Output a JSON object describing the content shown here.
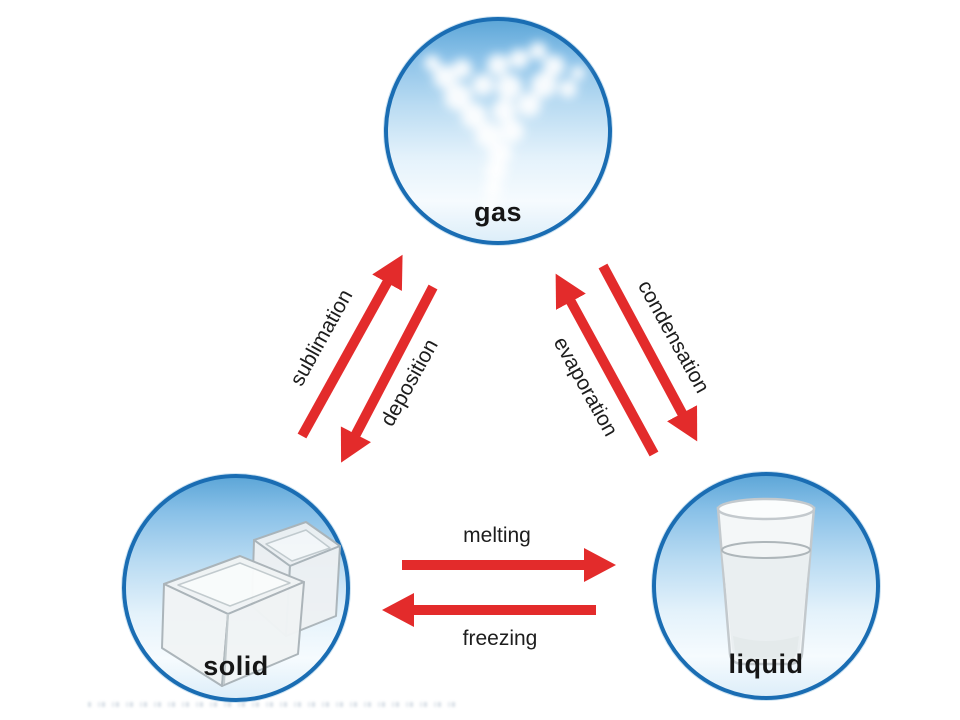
{
  "diagram": {
    "states": [
      {
        "id": "gas",
        "label": "gas",
        "illustration": "steam-cloud"
      },
      {
        "id": "solid",
        "label": "solid",
        "illustration": "ice-cubes"
      },
      {
        "id": "liquid",
        "label": "liquid",
        "illustration": "glass-of-water"
      }
    ],
    "processes": [
      {
        "label": "sublimation",
        "from": "solid",
        "to": "gas"
      },
      {
        "label": "deposition",
        "from": "gas",
        "to": "solid"
      },
      {
        "label": "evaporation",
        "from": "liquid",
        "to": "gas"
      },
      {
        "label": "condensation",
        "from": "gas",
        "to": "liquid"
      },
      {
        "label": "melting",
        "from": "solid",
        "to": "liquid"
      },
      {
        "label": "freezing",
        "from": "liquid",
        "to": "solid"
      }
    ],
    "colors": {
      "arrow_red": "#e32b2b",
      "circle_border_blue": "#1a6db3",
      "circle_fill_top": "#5ea7d8",
      "circle_fill_bottom": "#ddeef9",
      "label_text": "#1d1d1d"
    }
  }
}
